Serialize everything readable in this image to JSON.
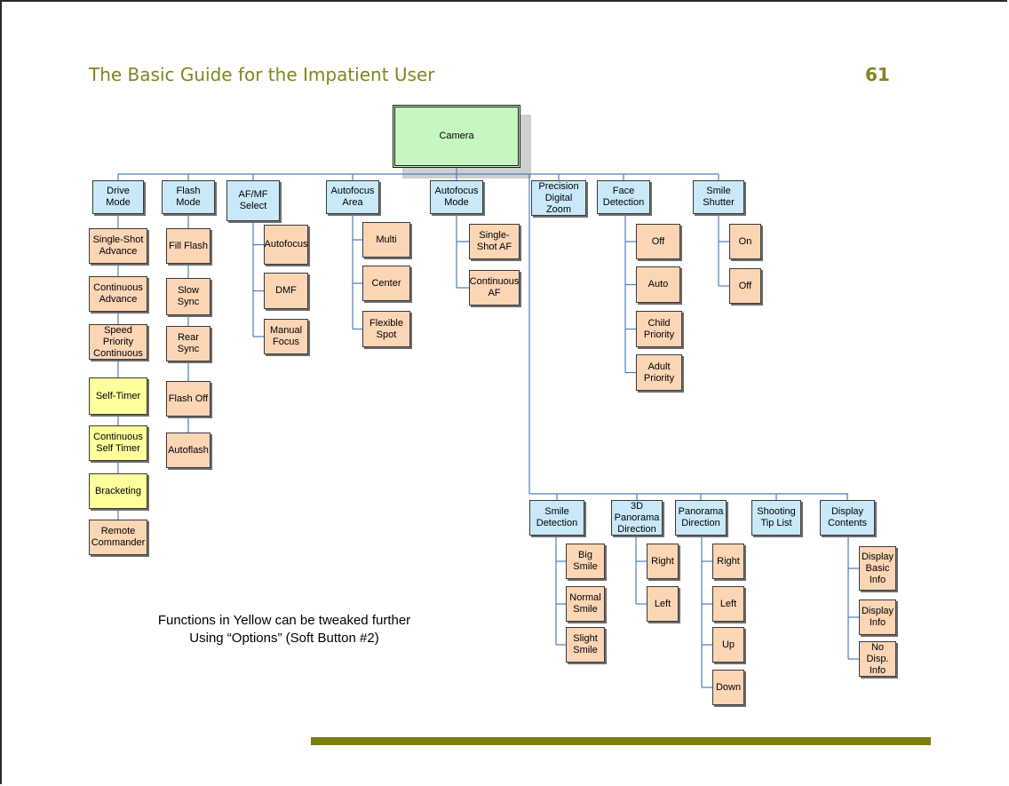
{
  "header": {
    "title": "The Basic Guide for the Impatient User",
    "page_number": "61"
  },
  "diagram": {
    "root": "Camera",
    "top_categories": [
      "Drive Mode",
      "Flash Mode",
      "AF/MF Select",
      "Autofocus Area",
      "Autofocus Mode",
      "Precision Digital Zoom",
      "Face Detection",
      "Smile Shutter"
    ],
    "drive_mode": [
      "Single-Shot Advance",
      "Continuous Advance",
      "Speed Priority Continuous",
      "Self-Timer",
      "Continuous Self Timer",
      "Bracketing",
      "Remote Commander"
    ],
    "flash_mode": [
      "Fill Flash",
      "Slow Sync",
      "Rear Sync",
      "Flash Off",
      "Autoflash"
    ],
    "af_mf_select": [
      "Autofocus",
      "DMF",
      "Manual Focus"
    ],
    "autofocus_area": [
      "Multi",
      "Center",
      "Flexible Spot"
    ],
    "autofocus_mode": [
      "Single-Shot AF",
      "Continuous AF"
    ],
    "face_detection": [
      "Off",
      "Auto",
      "Child Priority",
      "Adult Priority"
    ],
    "smile_shutter": [
      "On",
      "Off"
    ],
    "bottom_categories": [
      "Smile Detection",
      "3D Panorama Direction",
      "Panorama Direction",
      "Shooting Tip List",
      "Display Contents"
    ],
    "smile_detection": [
      "Big Smile",
      "Normal Smile",
      "Slight Smile"
    ],
    "panorama_3d": [
      "Right",
      "Left"
    ],
    "panorama_direction": [
      "Right",
      "Left",
      "Up",
      "Down"
    ],
    "display_contents": [
      "Display Basic Info",
      "Display Info",
      "No Disp. Info"
    ]
  },
  "note": {
    "line1": "Functions in Yellow can be tweaked further",
    "line2": "Using “Options” (Soft Button #2)"
  },
  "colors": {
    "header": "#848420",
    "category": "#c9e9f9",
    "option": "#fcd5b5",
    "tweakable": "#ffff9c",
    "root": "#c6f7c0",
    "connector": "#4a7fc1",
    "footer_bar": "#7e7e0c"
  }
}
